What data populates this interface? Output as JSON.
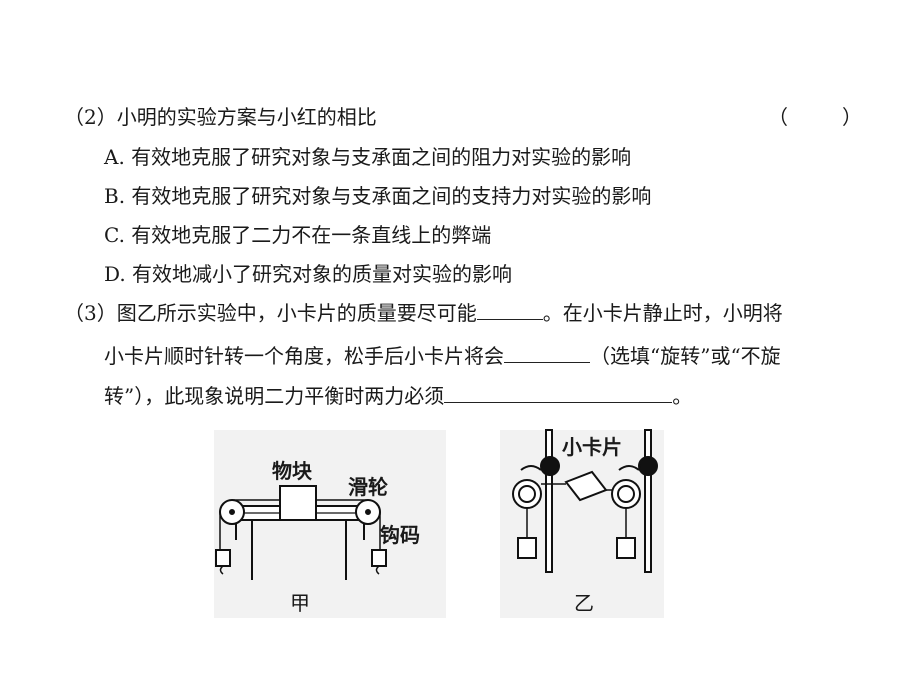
{
  "q2": {
    "stem": "（2）小明的实验方案与小红的相比",
    "paren_left": "（",
    "paren_right": "）",
    "options": [
      "A. 有效地克服了研究对象与支承面之间的阻力对实验的影响",
      "B. 有效地克服了研究对象与支承面之间的支持力对实验的影响",
      "C. 有效地克服了二力不在一条直线上的弊端",
      "D. 有效地减小了研究对象的质量对实验的影响"
    ]
  },
  "q3": {
    "line1_a": "（3）图乙所示实验中，小卡片的质量要尽可能",
    "line1_b": "。在小卡片静止时，小明将",
    "line2_a": "小卡片顺时针转一个角度，松手后小卡片将会",
    "line2_b": "（选填“旋转”或“不旋",
    "line3_a": "转”），此现象说明二力平衡时两力必须",
    "line3_b": "。"
  },
  "figure_jia": {
    "label_block": "物块",
    "label_pulley": "滑轮",
    "label_weight": "钩码",
    "caption": "甲"
  },
  "figure_yi": {
    "label_card": "小卡片",
    "caption": "乙"
  }
}
